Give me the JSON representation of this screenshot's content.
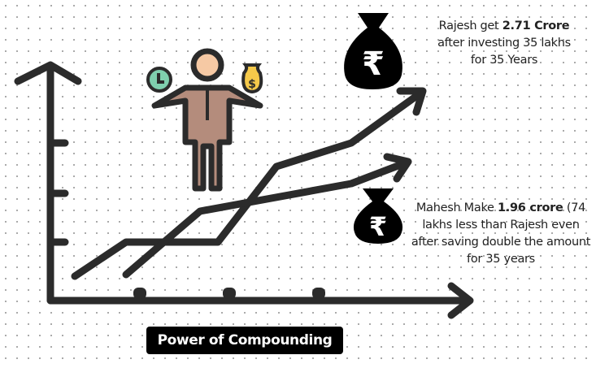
{
  "rajesh": {
    "line1_pre": "Rajesh get ",
    "line1_bold": "2.71 Crore",
    "line2": "after investing 35 lakhs",
    "line3": "for 35 Years"
  },
  "mahesh": {
    "line1_pre": "Mahesh Make ",
    "line1_bold": "1.96 crore",
    "line1_post": " (74",
    "line2": "lakhs less than Rajesh even",
    "line3": "after saving double the amount",
    "line4": "for 35 years"
  },
  "title": "Power of Compounding",
  "bag_symbol": "₹",
  "coin_symbol": "$",
  "colors": {
    "ink": "#2b2b2b",
    "suit": "#b48c7c",
    "face": "#f6c9a4",
    "clock": "#7fcfae",
    "coin": "#f5c94a"
  }
}
